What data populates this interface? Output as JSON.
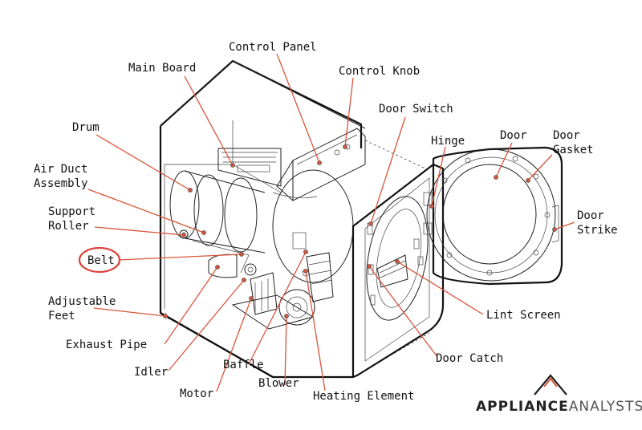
{
  "labels": {
    "control_panel": "Control Panel",
    "main_board": "Main Board",
    "control_knob": "Control Knob",
    "drum": "Drum",
    "door_switch": "Door Switch",
    "hinge": "Hinge",
    "door": "Door",
    "door_gasket_1": "Door",
    "door_gasket_2": "Gasket",
    "air_duct_1": "Air Duct",
    "air_duct_2": "Assembly",
    "support_roller_1": "Support",
    "support_roller_2": "Roller",
    "door_strike_1": "Door",
    "door_strike_2": "Strike",
    "belt": "Belt",
    "adjustable_feet_1": "Adjustable",
    "adjustable_feet_2": "Feet",
    "lint_screen": "Lint Screen",
    "exhaust_pipe": "Exhaust Pipe",
    "door_catch": "Door Catch",
    "idler": "Idler",
    "baffle": "Baffle",
    "motor": "Motor",
    "blower": "Blower",
    "heating_element": "Heating Element"
  },
  "brand": {
    "part1": "APPLIANCE",
    "part2": "ANALYSTS"
  },
  "colors": {
    "leader": "#d9543a",
    "highlight_ring": "#d9433a",
    "outline": "#111111"
  },
  "icons": {
    "brand_logo": "mountain-logo-icon"
  }
}
